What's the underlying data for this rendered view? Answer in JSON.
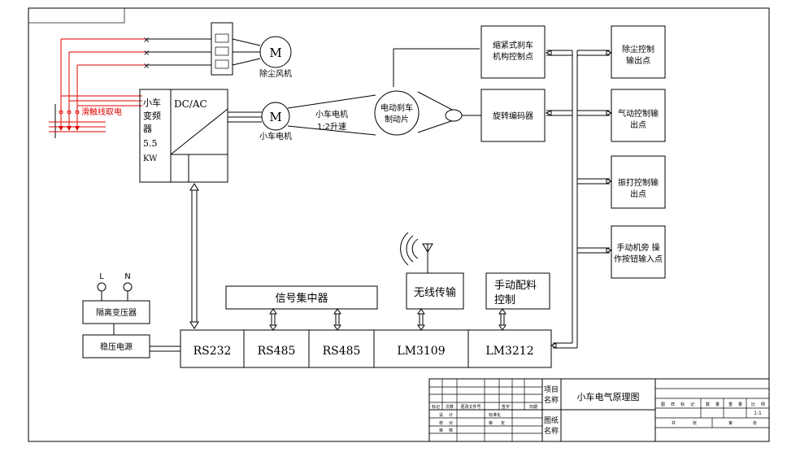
{
  "frame": {
    "tab_label": ""
  },
  "fan": {
    "motor_symbol": "M",
    "label": "除尘风机"
  },
  "rail": {
    "label": "滑触线取电"
  },
  "inverter": {
    "name_lines": [
      "小车",
      "变频",
      "器",
      "5.5",
      "KW"
    ],
    "dc_ac": "DC/AC"
  },
  "cart_motor": {
    "symbol": "M",
    "label": "小车电机",
    "top_label": "小车电机",
    "ratio": "1:2升速"
  },
  "brake": {
    "line1": "电动刹车",
    "line2": "制动片"
  },
  "boxes": {
    "brake_point": [
      "缩紧式刹车",
      "机构控制点"
    ],
    "encoder": "旋转编码器",
    "dust_out": [
      "除尘控制",
      "输出点"
    ],
    "pneumatic_out": [
      "气动控制输",
      "出点"
    ],
    "vibrate_out": [
      "振打控制输",
      "出点"
    ],
    "manual_in": [
      "手动机旁 操",
      "作按钮输入点"
    ]
  },
  "signal_hub": "信号集中器",
  "wireless": "无线传输",
  "manual_batch": [
    "手动配料",
    "控制"
  ],
  "bus": [
    "RS232",
    "RS485",
    "RS485",
    "LM3109",
    "LM3212"
  ],
  "power": {
    "L": "L",
    "N": "N",
    "transformer": "隔离变压器",
    "regulator": "稳压电源"
  },
  "title_block": {
    "project_label": [
      "项目",
      "名称"
    ],
    "drawing_label": [
      "图纸",
      "名称"
    ],
    "drawing_title": "小车电气原理图",
    "rev_header": [
      "标记",
      "次数",
      "更改文件号",
      "签字",
      "日期"
    ],
    "sign_rows": [
      [
        "设",
        "计",
        "标准化"
      ],
      [
        "校",
        "对",
        "审",
        "定"
      ],
      [
        "审",
        "核"
      ]
    ],
    "meta_header": [
      "图",
      "样",
      "标",
      "记",
      "数",
      "量",
      "重",
      "量",
      "比",
      "例"
    ],
    "scale": "1:1",
    "sheet_total": "共",
    "sheet_unit": "张",
    "sheet_no": "第",
    "sheet_unit2": "张"
  }
}
